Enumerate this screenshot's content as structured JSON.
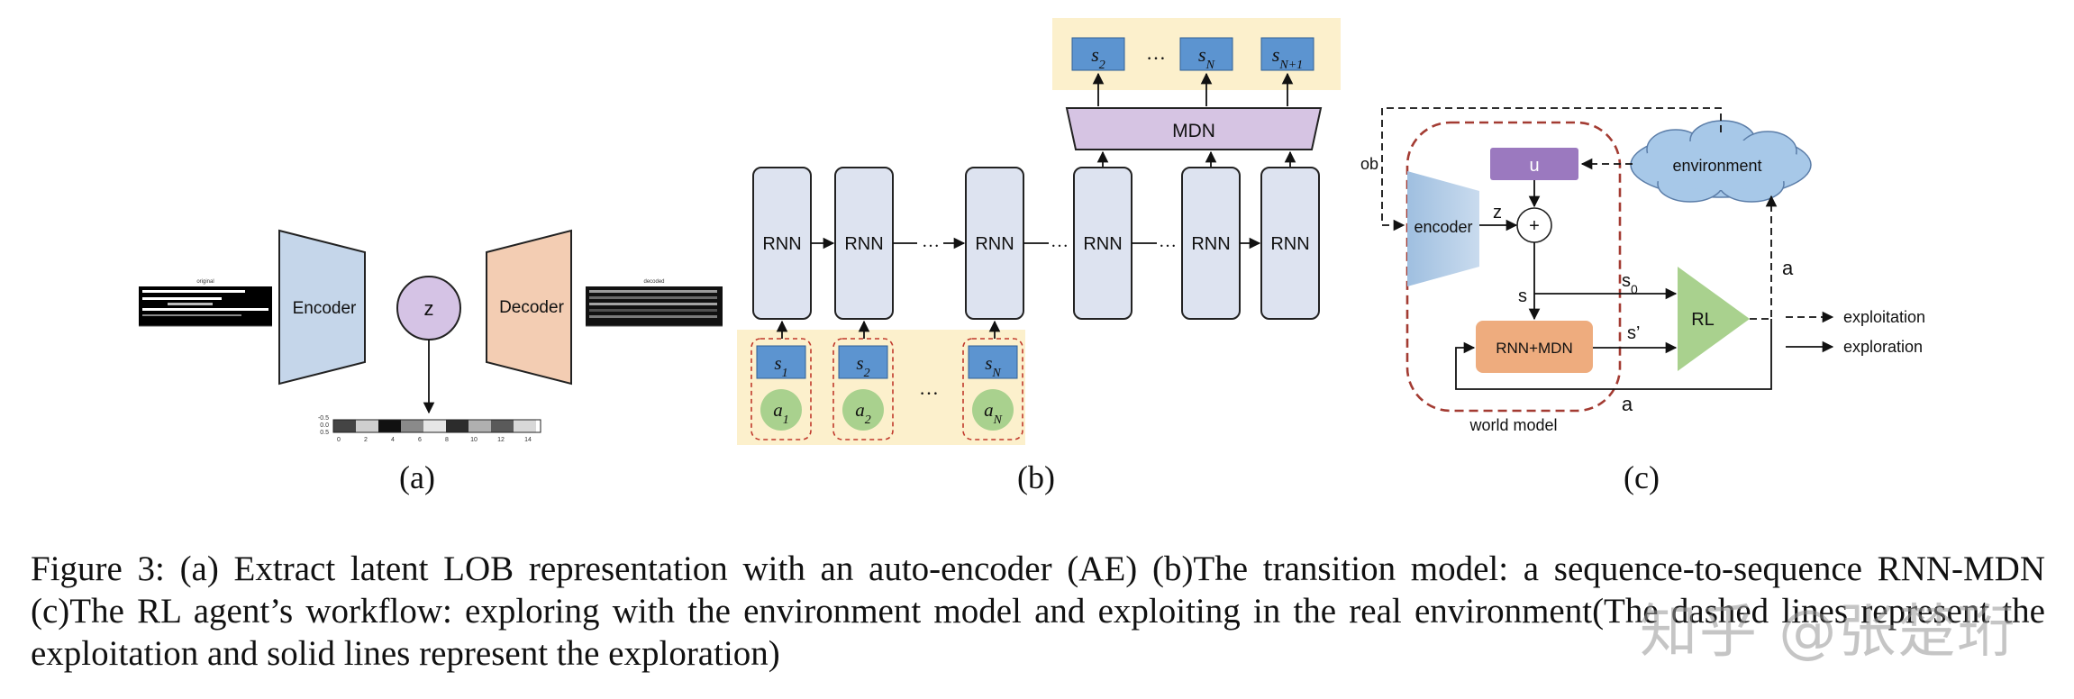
{
  "panel_a": {
    "encoder": "Encoder",
    "latent": "z",
    "decoder": "Decoder",
    "input_title": "original",
    "output_title": "decoded",
    "heat_y_ticks": [
      "-0.5",
      "0.0",
      "0.5"
    ],
    "heat_x_ticks": [
      "0",
      "2",
      "4",
      "6",
      "8",
      "10",
      "12",
      "14"
    ],
    "sublabel": "(a)"
  },
  "panel_b": {
    "rnn_label": "RNN",
    "mdn_label": "MDN",
    "dots": "…",
    "out_s2": "2",
    "out_sN": "N",
    "out_sN1": "N+1",
    "s_symbol": "s",
    "a_symbol": "a",
    "in_1": "1",
    "in_2": "2",
    "in_N": "N",
    "sublabel": "(b)"
  },
  "panel_c": {
    "ob": "ob",
    "encoder": "encoder",
    "z": "z",
    "u": "u",
    "plus": "+",
    "environment": "environment",
    "s": "s",
    "s0_base": "s",
    "s0_sub": "0",
    "s_prime": "s’",
    "rnn_mdn": "RNN+MDN",
    "rl": "RL",
    "a_top": "a",
    "a_bottom": "a",
    "world_model": "world model",
    "legend_exploitation": "exploitation",
    "legend_exploration": "exploration",
    "sublabel": "(c)"
  },
  "caption": "Figure 3: (a) Extract latent LOB representation with an auto-encoder (AE) (b)The transition model: a sequence-to-sequence RNN-MDN (c)The RL agent’s workflow: exploring with the environment model and exploiting in the real environment(The dashed lines represent the exploitation and solid lines represent the exploration)",
  "watermark": "知乎 @张楚珩",
  "colors": {
    "encoder_fill": "#c5d6ea",
    "decoder_fill": "#f3cdb3",
    "latent_fill": "#d5c3e5",
    "rnn_fill": "#dde3f0",
    "mdn_fill": "#d6c4e3",
    "panel_bg": "#fcf0cc",
    "state_fill": "#5c94d0",
    "action_fill": "#a9d18e",
    "u_fill": "#9b79bf",
    "rnnmdn_fill": "#eeac7e",
    "rl_fill": "#a9d18e",
    "world_dash": "#a33b32",
    "cloud_fill": "#a7c8e8"
  }
}
